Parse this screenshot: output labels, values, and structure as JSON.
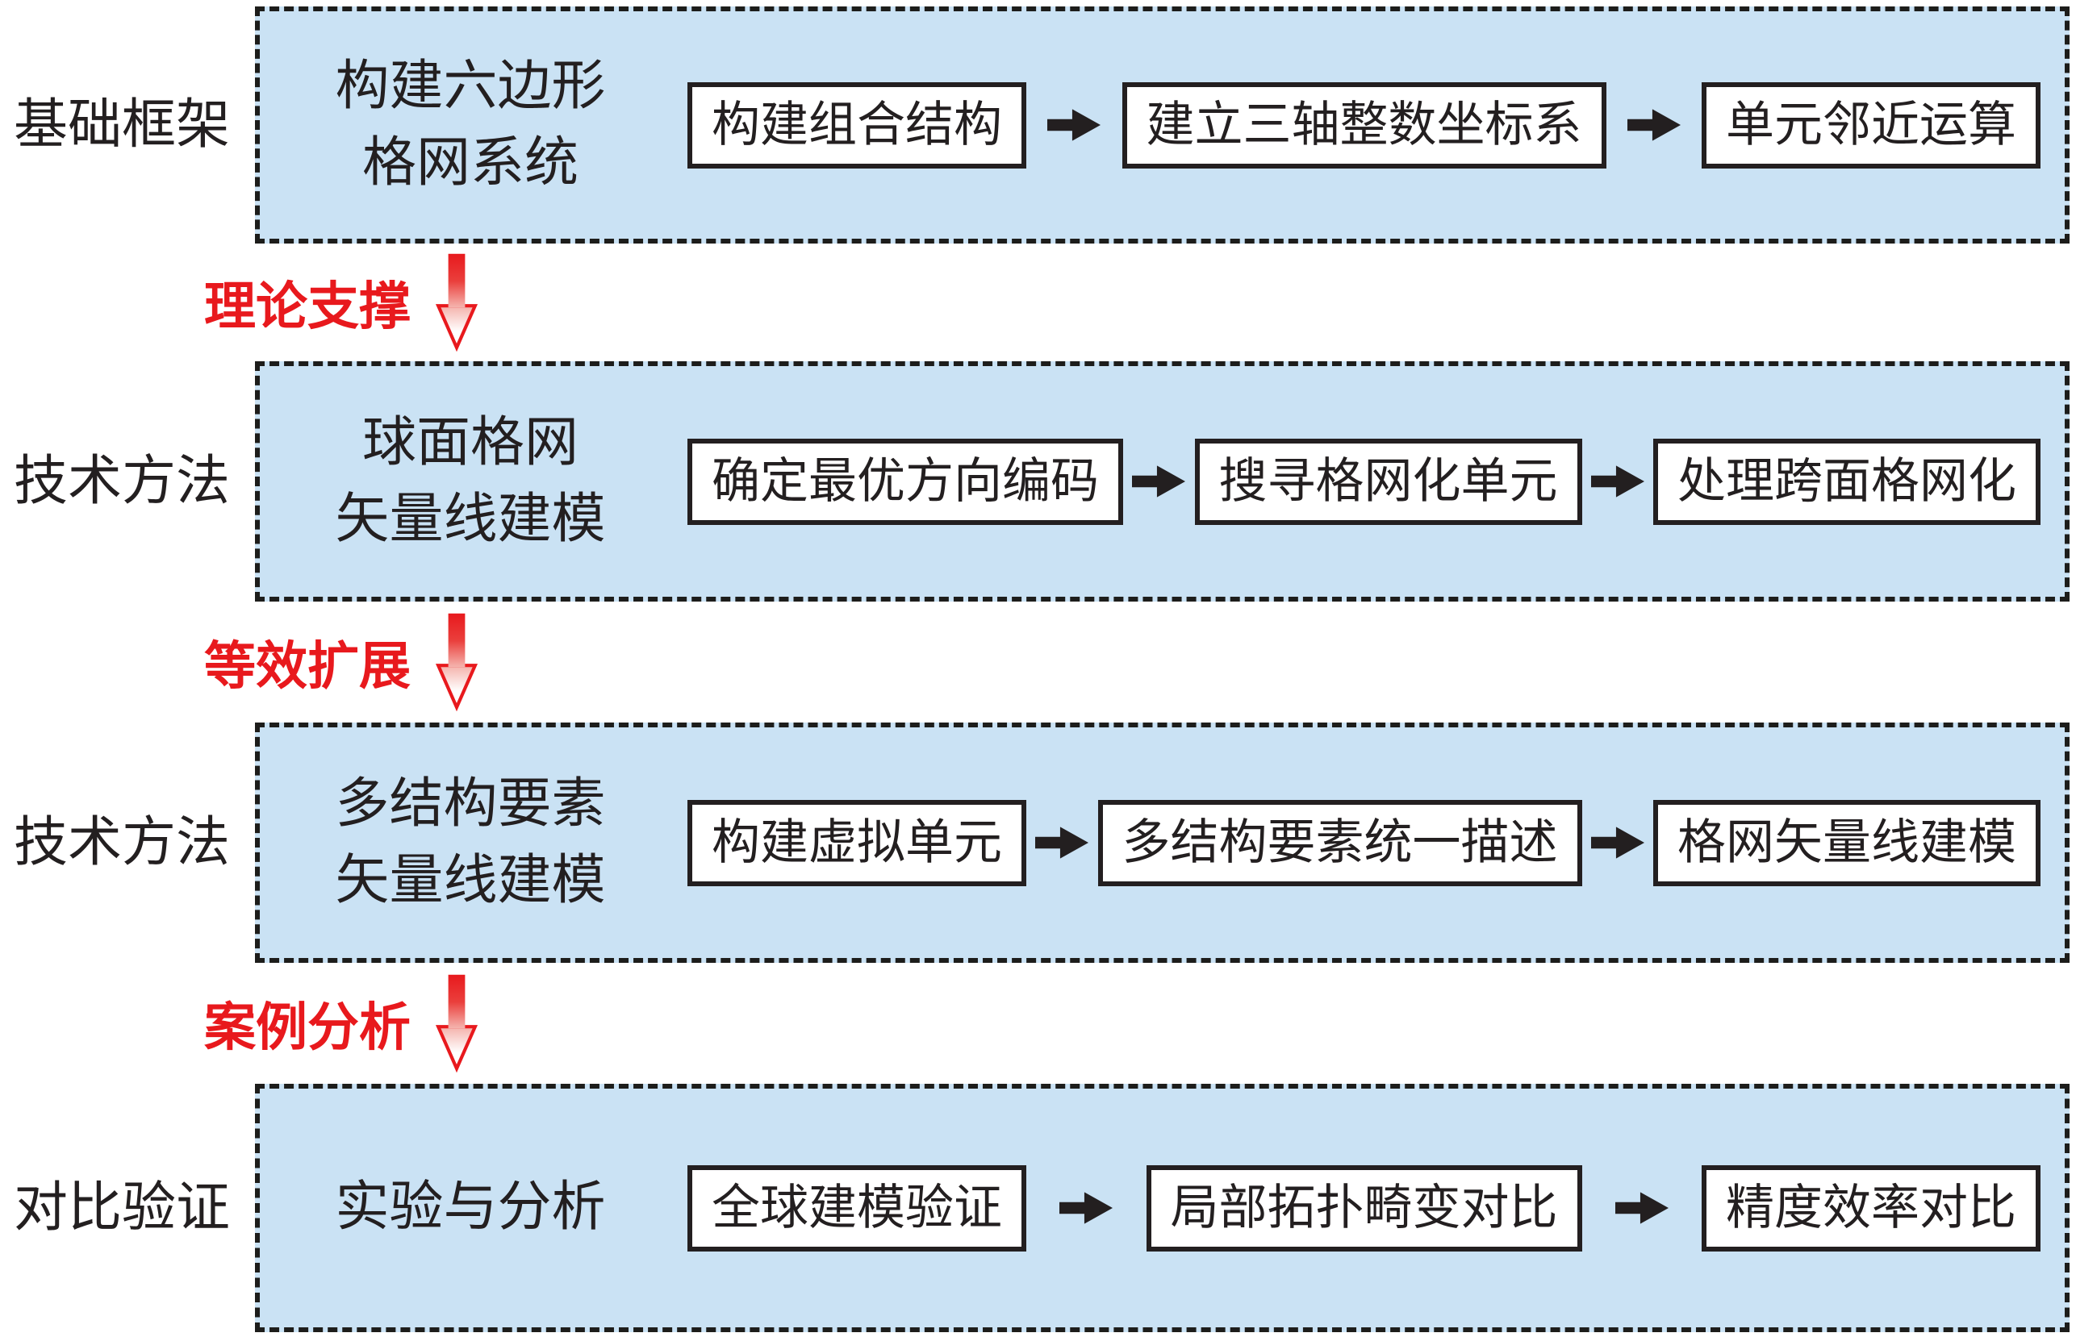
{
  "colors": {
    "band_fill": "#cae2f4",
    "dash_border": "#1d1d1b",
    "box_border": "#231f20",
    "box_fill": "#ffffff",
    "accent_red": "#e8191d"
  },
  "rows": [
    {
      "side_label": "基础框架",
      "title_lines": [
        "构建六边形",
        "格网系统"
      ],
      "steps": [
        "构建组合结构",
        "建立三轴整数坐标系",
        "单元邻近运算"
      ]
    },
    {
      "side_label": "技术方法",
      "title_lines": [
        "球面格网",
        "矢量线建模"
      ],
      "steps": [
        "确定最优方向编码",
        "搜寻格网化单元",
        "处理跨面格网化"
      ]
    },
    {
      "side_label": "技术方法",
      "title_lines": [
        "多结构要素",
        "矢量线建模"
      ],
      "steps": [
        "构建虚拟单元",
        "多结构要素统一描述",
        "格网矢量线建模"
      ]
    },
    {
      "side_label": "对比验证",
      "title_lines": [
        "实验与分析"
      ],
      "steps": [
        "全球建模验证",
        "局部拓扑畸变对比",
        "精度效率对比"
      ]
    }
  ],
  "connectors": [
    {
      "label": "理论支撑"
    },
    {
      "label": "等效扩展"
    },
    {
      "label": "案例分析"
    }
  ]
}
